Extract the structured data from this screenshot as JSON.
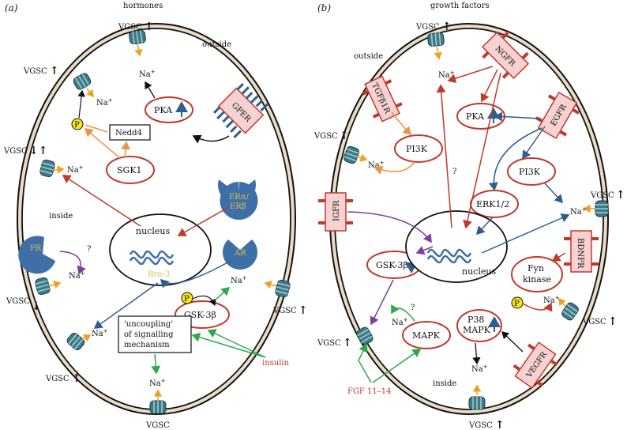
{
  "panel_a": {
    "label": "(a)",
    "top_label": "hormones",
    "outside": "outside",
    "inside": "inside",
    "vgsc": "VGSC",
    "na": "Na",
    "plus": "+",
    "p": "P",
    "nedd4": "Nedd4",
    "sgk1": "SGK1",
    "pka": "PKA",
    "gper": "GPER",
    "er": "ERα/",
    "er2": "ERβ",
    "ar": "AR",
    "pr": "PR",
    "nucleus": "nucleus",
    "brn3": "Brn-3",
    "gsk": "GSK-3β",
    "uncoupling1": "'uncoupling'",
    "uncoupling2": "of signalling",
    "uncoupling3": "mechanism",
    "insulin": "insulin",
    "question": "?"
  },
  "panel_b": {
    "label": "(b)",
    "top_label": "growth factors",
    "outside": "outside",
    "inside": "inside",
    "vgsc": "VGSC",
    "tgf": "TGFβ1R",
    "ngfr": "NGFR",
    "egfr": "EGFR",
    "igfr": "IGFR",
    "bdnfr": "BDNFR",
    "vegfr": "VEGFR",
    "pka": "PKA",
    "pi3k": "PI3K",
    "erk": "ERK1/2",
    "gsk": "GSK-3β",
    "nucleus": "nucleus",
    "fyn1": "Fyn",
    "fyn2": "kinase",
    "mapk": "MAPK",
    "p38a": "P38",
    "p38b": "MAPK",
    "fgf": "FGF 11–14",
    "p": "P",
    "question": "?"
  },
  "colors": {
    "membrane_fill": "#e8dcc4",
    "red": "#c0392b",
    "blue": "#2e5e8e",
    "orange": "#e8944a",
    "purple": "#7b3fa0",
    "green": "#2ea84a",
    "receptor_pink": "#f7d2d2",
    "yellow": "#f5e614"
  }
}
